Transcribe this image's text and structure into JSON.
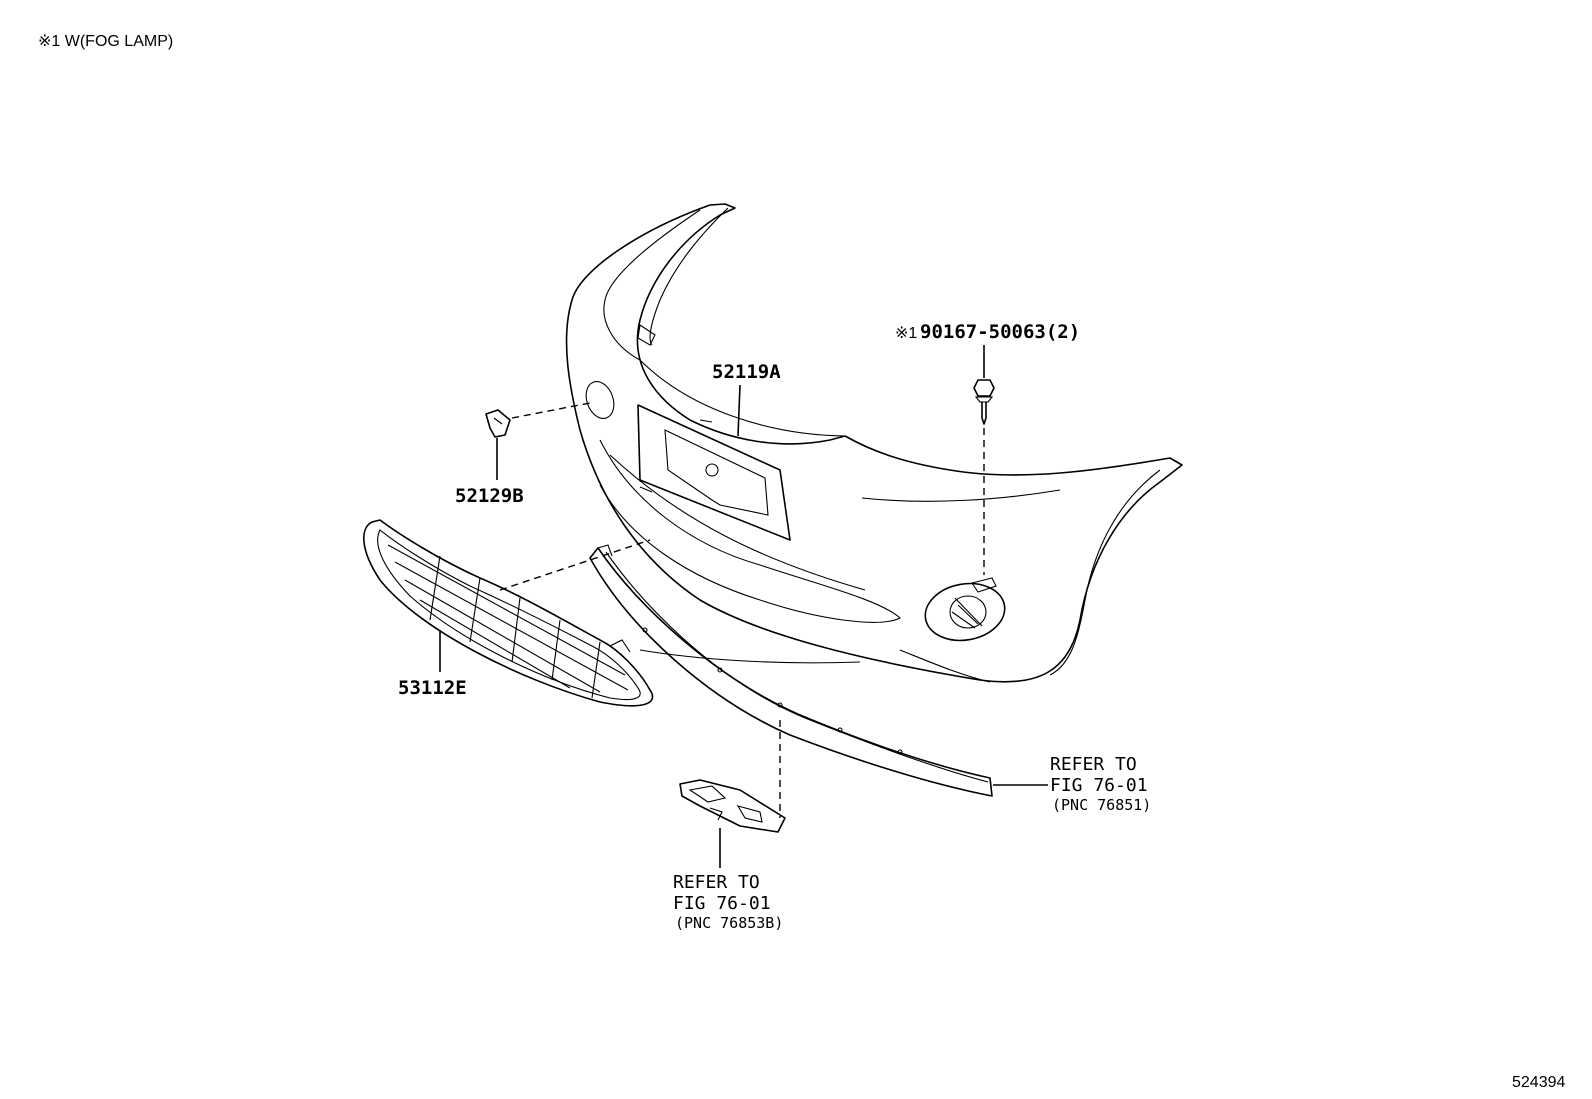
{
  "header": {
    "note": "※1  W(FOG LAMP)"
  },
  "parts": {
    "bumper_cover": "52119A",
    "cap": "52129B",
    "grille": "53112E",
    "screw_mark": "※1",
    "screw": "90167-50063(2)"
  },
  "refs": {
    "spoiler": {
      "line1": "REFER TO",
      "line2": "FIG 76-01",
      "line3": "(PNC 76851)"
    },
    "bracket": {
      "line1": "REFER TO",
      "line2": "FIG 76-01",
      "line3": "(PNC 76853B)"
    }
  },
  "footer": {
    "diagram_id": "524394"
  }
}
